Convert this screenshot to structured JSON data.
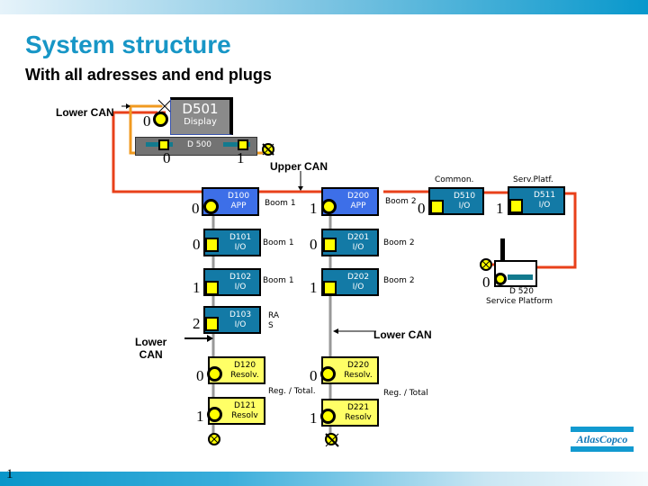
{
  "header": {
    "title": "System structure",
    "subtitle": "With all adresses and end plugs"
  },
  "footer": {
    "page_number": "1",
    "logo_text": "AtlasCopco"
  },
  "colors": {
    "title": "#1796c6",
    "upper_can_wire": "#e8401a",
    "lower_can_wire": "#f09a20",
    "app_module": "#3d6fe8",
    "io_module": "#137aa6",
    "resolver_module": "#ffff66",
    "connector": "#ffff00"
  },
  "labels": {
    "lower_can_top": "Lower CAN",
    "upper_can": "Upper CAN",
    "lower_can_left": "Lower\nCAN",
    "lower_can_right": "Lower CAN",
    "common": "Common.",
    "serv_platf": "Serv.Platf."
  },
  "display": {
    "name": "D501",
    "sub": "Display",
    "base": "D 500",
    "addr_left": "0",
    "addr_base_left": "0",
    "addr_base_right": "1"
  },
  "modules": {
    "d100": {
      "name": "D100",
      "type": "APP",
      "addr": "0",
      "note": "Boom 1"
    },
    "d101": {
      "name": "D101",
      "type": "I/O",
      "addr": "0",
      "note": "Boom 1"
    },
    "d102": {
      "name": "D102",
      "type": "I/O",
      "addr": "1",
      "note": "Boom 1"
    },
    "d103": {
      "name": "D103",
      "type": "I/O",
      "addr": "2",
      "note": "RA\nS"
    },
    "d120": {
      "name": "D120",
      "type": "Resolv.",
      "addr": "0",
      "note": "Reg. / Total."
    },
    "d121": {
      "name": "D121",
      "type": "Resolv",
      "addr": "1"
    },
    "d200": {
      "name": "D200",
      "type": "APP",
      "addr": "1",
      "note": "Boom 2"
    },
    "d201": {
      "name": "D201",
      "type": "I/O",
      "addr": "0",
      "note": "Boom 2"
    },
    "d202": {
      "name": "D202",
      "type": "I/O",
      "addr": "1",
      "note": "Boom 2"
    },
    "d220": {
      "name": "D220",
      "type": "Resolv.",
      "addr": "0",
      "note": "Reg. / Total"
    },
    "d221": {
      "name": "D221",
      "type": "Resolv",
      "addr": "1"
    },
    "d510": {
      "name": "D510",
      "type": "I/O",
      "addr": "0"
    },
    "d511": {
      "name": "D511",
      "type": "I/O",
      "addr": "1"
    },
    "d520": {
      "name": "D 520",
      "type": "Service Platform",
      "addr": "0"
    }
  }
}
